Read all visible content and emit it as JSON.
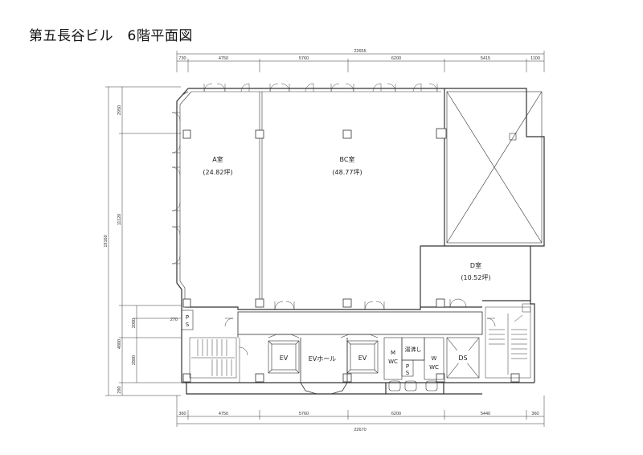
{
  "title": "第五長谷ビル　6階平面図",
  "dimensions": {
    "top_total": "22655",
    "top_segments": [
      "730",
      "4750",
      "5760",
      "6200",
      "5415",
      "1100"
    ],
    "bottom_total": "22670",
    "bottom_segments": [
      "360",
      "4750",
      "5760",
      "6200",
      "5440",
      "360"
    ],
    "left_total": "19160",
    "left_segments": [
      "2950",
      "11120",
      "2000",
      "2800",
      "290"
    ],
    "left_core": "4800",
    "ps_small": "270"
  },
  "rooms": {
    "a_name": "A室",
    "a_area": "(24.82坪)",
    "bc_name": "BC室",
    "bc_area": "(48.77坪)",
    "d_name": "D室",
    "d_area": "(10.52坪)",
    "ev1": "EV",
    "ev2": "EV",
    "ev_hall": "EVホール",
    "mwc_m": "M",
    "mwc_wc": "WC",
    "wwc_w": "W",
    "wwc_wc": "WC",
    "kitchen": "湯沸し",
    "ds": "DS",
    "ps_p": "P",
    "ps_s": "S",
    "ps2_p": "P",
    "ps2_s": "S"
  }
}
